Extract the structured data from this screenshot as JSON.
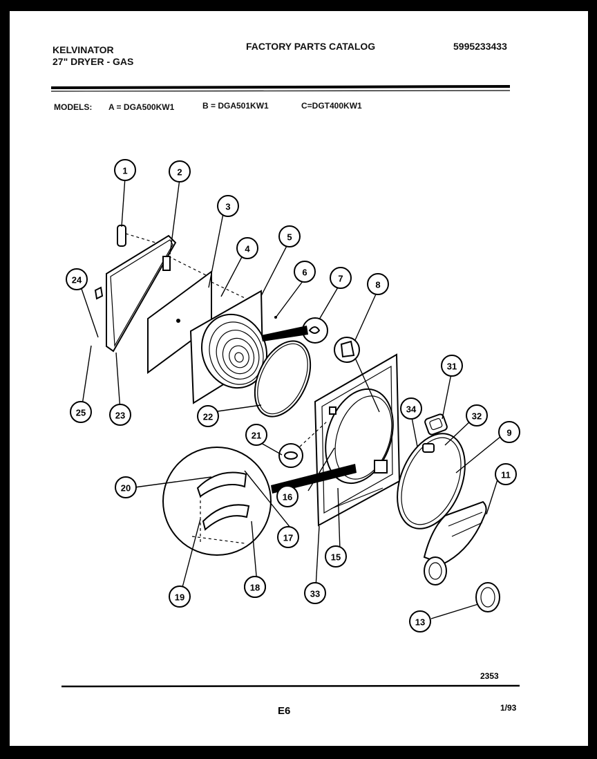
{
  "header": {
    "brand": "KELVINATOR",
    "product": "27\" DRYER - GAS",
    "catalog_title": "FACTORY PARTS CATALOG",
    "catalog_number": "5995233433"
  },
  "models": {
    "label": "MODELS:",
    "a": "A = DGA500KW1",
    "b": "B = DGA501KW1",
    "c": "C=DGT400KW1"
  },
  "diagram": {
    "callouts": [
      "1",
      "2",
      "3",
      "4",
      "5",
      "6",
      "7",
      "8",
      "9",
      "11",
      "13",
      "15",
      "16",
      "16",
      "17",
      "18",
      "19",
      "20",
      "21",
      "22",
      "23",
      "24",
      "25",
      "31",
      "32",
      "33",
      "34"
    ]
  },
  "footer": {
    "drawing_number": "2353",
    "page_label": "E6",
    "date": "1/93"
  }
}
